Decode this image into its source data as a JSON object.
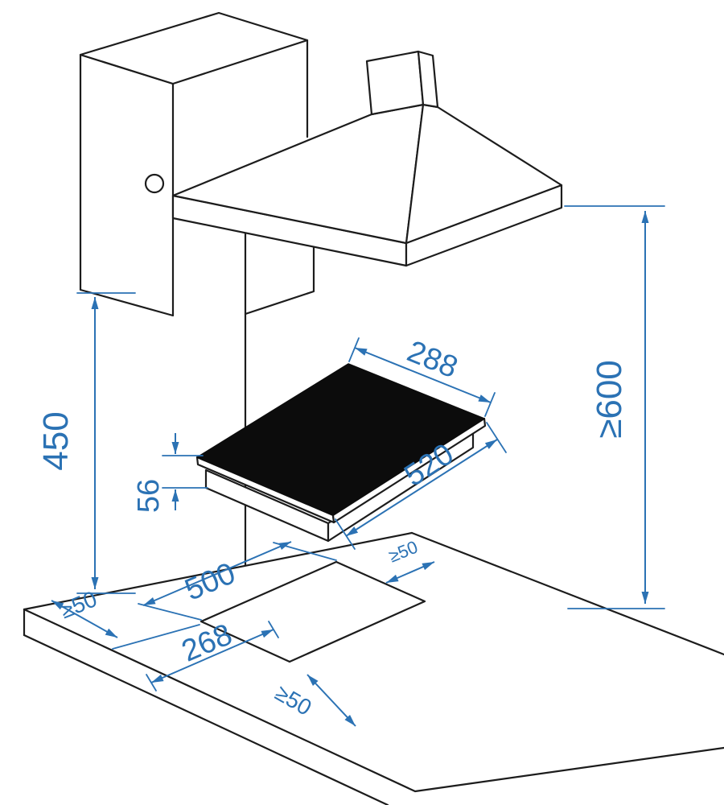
{
  "diagram": {
    "colors": {
      "outline": "#1c1c1c",
      "dimension": "#2b72b4",
      "hob_surface": "#0c0c0c",
      "background": "#ffffff"
    },
    "dimensions": {
      "cabinet_to_worktop": "450",
      "hood_to_worktop_min": "≥600",
      "hob_width": "288",
      "hob_depth": "520",
      "hob_height": "56",
      "cutout_length": "500",
      "cutout_width": "268",
      "clearance_back": "≥50",
      "clearance_right": "≥50",
      "clearance_front": "≥50"
    }
  }
}
